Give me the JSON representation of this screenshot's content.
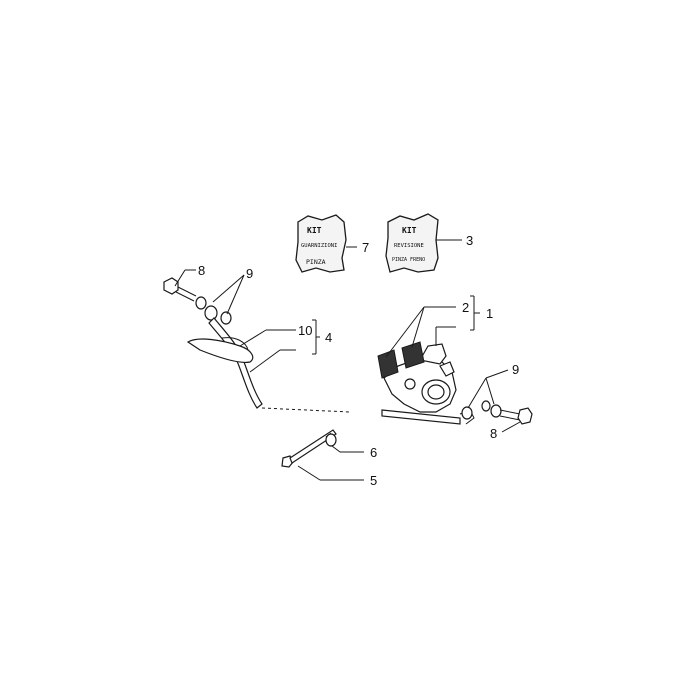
{
  "callouts": {
    "c1": "1",
    "c2": "2",
    "c3": "3",
    "c4": "4",
    "c5": "5",
    "c6": "6",
    "c7": "7",
    "c8a": "8",
    "c8b": "8",
    "c9a": "9",
    "c9b": "9",
    "c10": "10"
  },
  "kits": {
    "seals": {
      "line1": "KIT",
      "line2": "GUARNIZIONI",
      "line3": "PINZA"
    },
    "overhaul": {
      "line1": "KIT",
      "line2": "REVISIONE",
      "line3": "PINZA FRENO"
    }
  }
}
